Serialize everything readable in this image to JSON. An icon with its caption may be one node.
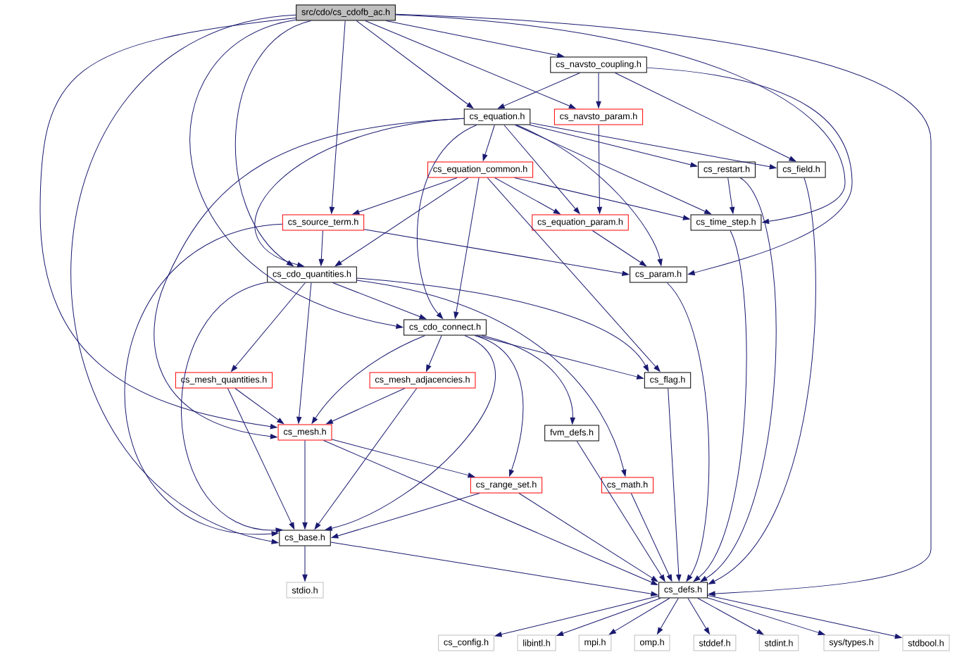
{
  "diagram": {
    "nodes": [
      {
        "text": [
          "src/cdo/cs_cdofb_ac.h"
        ]
      },
      {
        "text": [
          "cs_navsto_coupling.h"
        ]
      },
      {
        "text": [
          "cs_equation.h"
        ]
      },
      {
        "text": [
          "cs_navsto_param.h"
        ]
      },
      {
        "text": [
          "cs_equation_common.h"
        ]
      },
      {
        "text": [
          "cs_restart.h"
        ]
      },
      {
        "text": [
          "cs_field.h"
        ]
      },
      {
        "text": [
          "cs_source_term.h"
        ]
      },
      {
        "text": [
          "cs_equation_param.h"
        ]
      },
      {
        "text": [
          "cs_time_step.h"
        ]
      },
      {
        "text": [
          "cs_cdo_quantities.h"
        ]
      },
      {
        "text": [
          "cs_param.h"
        ]
      },
      {
        "text": [
          "cs_cdo_connect.h"
        ]
      },
      {
        "text": [
          "cs_mesh_quantities.h"
        ]
      },
      {
        "text": [
          "cs_mesh_adjacencies.h"
        ]
      },
      {
        "text": [
          "cs_flag.h"
        ]
      },
      {
        "text": [
          "fvm_defs.h"
        ]
      },
      {
        "text": [
          "cs_mesh.h"
        ]
      },
      {
        "text": [
          "cs_range_set.h"
        ]
      },
      {
        "text": [
          "cs_math.h"
        ]
      },
      {
        "text": [
          "cs_base.h"
        ]
      },
      {
        "text": [
          "stdio.h"
        ]
      },
      {
        "text": [
          "cs_defs.h"
        ]
      },
      {
        "text": [
          "cs_config.h"
        ]
      },
      {
        "text": [
          "libintl.h"
        ]
      },
      {
        "text": [
          "mpi.h"
        ]
      },
      {
        "text": [
          "omp.h"
        ]
      },
      {
        "text": [
          "stddef.h"
        ]
      },
      {
        "text": [
          "stdint.h"
        ]
      },
      {
        "text": [
          "sys/types.h"
        ]
      },
      {
        "text": [
          "stdbool.h"
        ]
      }
    ],
    "edges": [
      {
        "from": 0,
        "to": 1,
        "arrow": "to"
      },
      {
        "from": 0,
        "to": 2,
        "arrow": "to"
      },
      {
        "from": 0,
        "to": 3,
        "arrow": "to"
      },
      {
        "from": 0,
        "to": 7,
        "arrow": "to"
      },
      {
        "from": 0,
        "to": 9,
        "arrow": "to"
      },
      {
        "from": 0,
        "to": 10,
        "arrow": "to"
      },
      {
        "from": 0,
        "to": 12,
        "arrow": "to"
      },
      {
        "from": 0,
        "to": 17,
        "arrow": "to"
      },
      {
        "from": 0,
        "to": 20,
        "arrow": "to"
      },
      {
        "from": 0,
        "to": 22,
        "arrow": "to"
      },
      {
        "from": 1,
        "to": 2,
        "arrow": "to"
      },
      {
        "from": 1,
        "to": 3,
        "arrow": "to"
      },
      {
        "from": 1,
        "to": 6,
        "arrow": "to"
      },
      {
        "from": 1,
        "to": 11,
        "arrow": "to"
      },
      {
        "from": 2,
        "to": 4,
        "arrow": "to"
      },
      {
        "from": 2,
        "to": 5,
        "arrow": "to"
      },
      {
        "from": 2,
        "to": 6,
        "arrow": "to"
      },
      {
        "from": 2,
        "to": 8,
        "arrow": "to"
      },
      {
        "from": 2,
        "to": 9,
        "arrow": "to"
      },
      {
        "from": 2,
        "to": 11,
        "arrow": "to"
      },
      {
        "from": 2,
        "to": 10,
        "arrow": "to"
      },
      {
        "from": 2,
        "to": 12,
        "arrow": "to"
      },
      {
        "from": 2,
        "to": 17,
        "arrow": "to"
      },
      {
        "from": 3,
        "to": 8,
        "arrow": "to"
      },
      {
        "from": 4,
        "to": 7,
        "arrow": "to"
      },
      {
        "from": 4,
        "to": 10,
        "arrow": "to"
      },
      {
        "from": 4,
        "to": 12,
        "arrow": "to"
      },
      {
        "from": 4,
        "to": 8,
        "arrow": "to"
      },
      {
        "from": 4,
        "to": 9,
        "arrow": "to"
      },
      {
        "from": 4,
        "to": 15,
        "arrow": "to"
      },
      {
        "from": 5,
        "to": 9,
        "arrow": "to"
      },
      {
        "from": 5,
        "to": 22,
        "arrow": "to"
      },
      {
        "from": 6,
        "to": 22,
        "arrow": "to"
      },
      {
        "from": 7,
        "to": 10,
        "arrow": "to"
      },
      {
        "from": 7,
        "to": 11,
        "arrow": "to"
      },
      {
        "from": 7,
        "to": 20,
        "arrow": "to"
      },
      {
        "from": 8,
        "to": 11,
        "arrow": "to"
      },
      {
        "from": 9,
        "to": 22,
        "arrow": "to"
      },
      {
        "from": 10,
        "to": 12,
        "arrow": "to"
      },
      {
        "from": 10,
        "to": 13,
        "arrow": "to"
      },
      {
        "from": 10,
        "to": 17,
        "arrow": "to"
      },
      {
        "from": 10,
        "to": 20,
        "arrow": "to"
      },
      {
        "from": 10,
        "to": 15,
        "arrow": "to"
      },
      {
        "from": 10,
        "to": 19,
        "arrow": "to"
      },
      {
        "from": 11,
        "to": 22,
        "arrow": "to"
      },
      {
        "from": 12,
        "to": 14,
        "arrow": "to"
      },
      {
        "from": 12,
        "to": 17,
        "arrow": "to"
      },
      {
        "from": 12,
        "to": 20,
        "arrow": "to"
      },
      {
        "from": 12,
        "to": 18,
        "arrow": "to"
      },
      {
        "from": 12,
        "to": 16,
        "arrow": "to"
      },
      {
        "from": 12,
        "to": 15,
        "arrow": "to"
      },
      {
        "from": 13,
        "to": 17,
        "arrow": "to"
      },
      {
        "from": 13,
        "to": 20,
        "arrow": "to"
      },
      {
        "from": 14,
        "to": 17,
        "arrow": "to"
      },
      {
        "from": 14,
        "to": 20,
        "arrow": "to"
      },
      {
        "from": 17,
        "to": 20,
        "arrow": "to"
      },
      {
        "from": 17,
        "to": 18,
        "arrow": "to"
      },
      {
        "from": 17,
        "to": 22,
        "arrow": "to"
      },
      {
        "from": 18,
        "to": 20,
        "arrow": "to"
      },
      {
        "from": 18,
        "to": 22,
        "arrow": "to"
      },
      {
        "from": 19,
        "to": 22,
        "arrow": "to"
      },
      {
        "from": 20,
        "to": 21,
        "arrow": "to"
      },
      {
        "from": 20,
        "to": 22,
        "arrow": "to"
      },
      {
        "from": 15,
        "to": 22,
        "arrow": "to"
      },
      {
        "from": 16,
        "to": 22,
        "arrow": "to"
      },
      {
        "from": 22,
        "to": 23,
        "arrow": "to"
      },
      {
        "from": 22,
        "to": 24,
        "arrow": "to"
      },
      {
        "from": 22,
        "to": 25,
        "arrow": "to"
      },
      {
        "from": 22,
        "to": 26,
        "arrow": "to"
      },
      {
        "from": 22,
        "to": 27,
        "arrow": "to"
      },
      {
        "from": 22,
        "to": 28,
        "arrow": "to"
      },
      {
        "from": 22,
        "to": 29,
        "arrow": "to"
      },
      {
        "from": 22,
        "to": 30,
        "arrow": "to"
      }
    ]
  }
}
